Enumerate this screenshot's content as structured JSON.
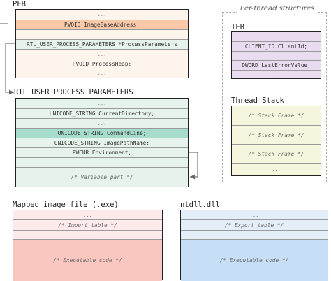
{
  "peb": {
    "title": "PEB",
    "rows": [
      "...",
      "PVOID ImageBaseAddress;",
      "...",
      "RTL_USER_PROCESS_PARAMETERS *ProcessParameters",
      "...",
      "PVOID ProcessHeap;",
      "..."
    ],
    "colors": {
      "fill": "#fdf4ec",
      "highlight_orange": "#f9c8a9",
      "highlight_green": "#e6f3ec"
    }
  },
  "params": {
    "title": "RTL_USER_PROCESS_PARAMETERS",
    "rows": [
      "...",
      "UNICODE_STRING CurrentDirectory;",
      "...",
      "UNICODE_STRING CommandLine;",
      "UNICODE_STRING ImagePathName;",
      "PWCHR Environment;",
      "...",
      "/* Variable part */"
    ],
    "colors": {
      "fill": "#e6f3ec",
      "highlight": "#a6dccb"
    }
  },
  "per_thread": {
    "label": "Per-thread structures",
    "teb": {
      "title": "TEB",
      "rows": [
        "...",
        "CLIENT_ID ClientId;",
        "...",
        "DWORD LastErrorValue;",
        "..."
      ],
      "colors": {
        "fill": "#e9dcf0"
      }
    },
    "stack": {
      "title": "Thread Stack",
      "rows": [
        "/* Stack Frame */",
        "/* Stack Frame */",
        "/* Stack Frame */",
        "..."
      ],
      "colors": {
        "fill": "#f6f6de"
      }
    }
  },
  "image": {
    "title": "Mapped image file (.exe)",
    "rows": [
      "...",
      "/* Import table */",
      "...",
      "/* Executable code */"
    ],
    "colors": {
      "fill_light": "#fdeaea",
      "fill_main": "#f9c6c0"
    }
  },
  "ntdll": {
    "title": "ntdll.dll",
    "rows": [
      "...",
      "/* Export table */",
      "...",
      "/* Executable code */"
    ],
    "colors": {
      "fill_light": "#e3eef9",
      "fill_main": "#c7dff6"
    }
  }
}
